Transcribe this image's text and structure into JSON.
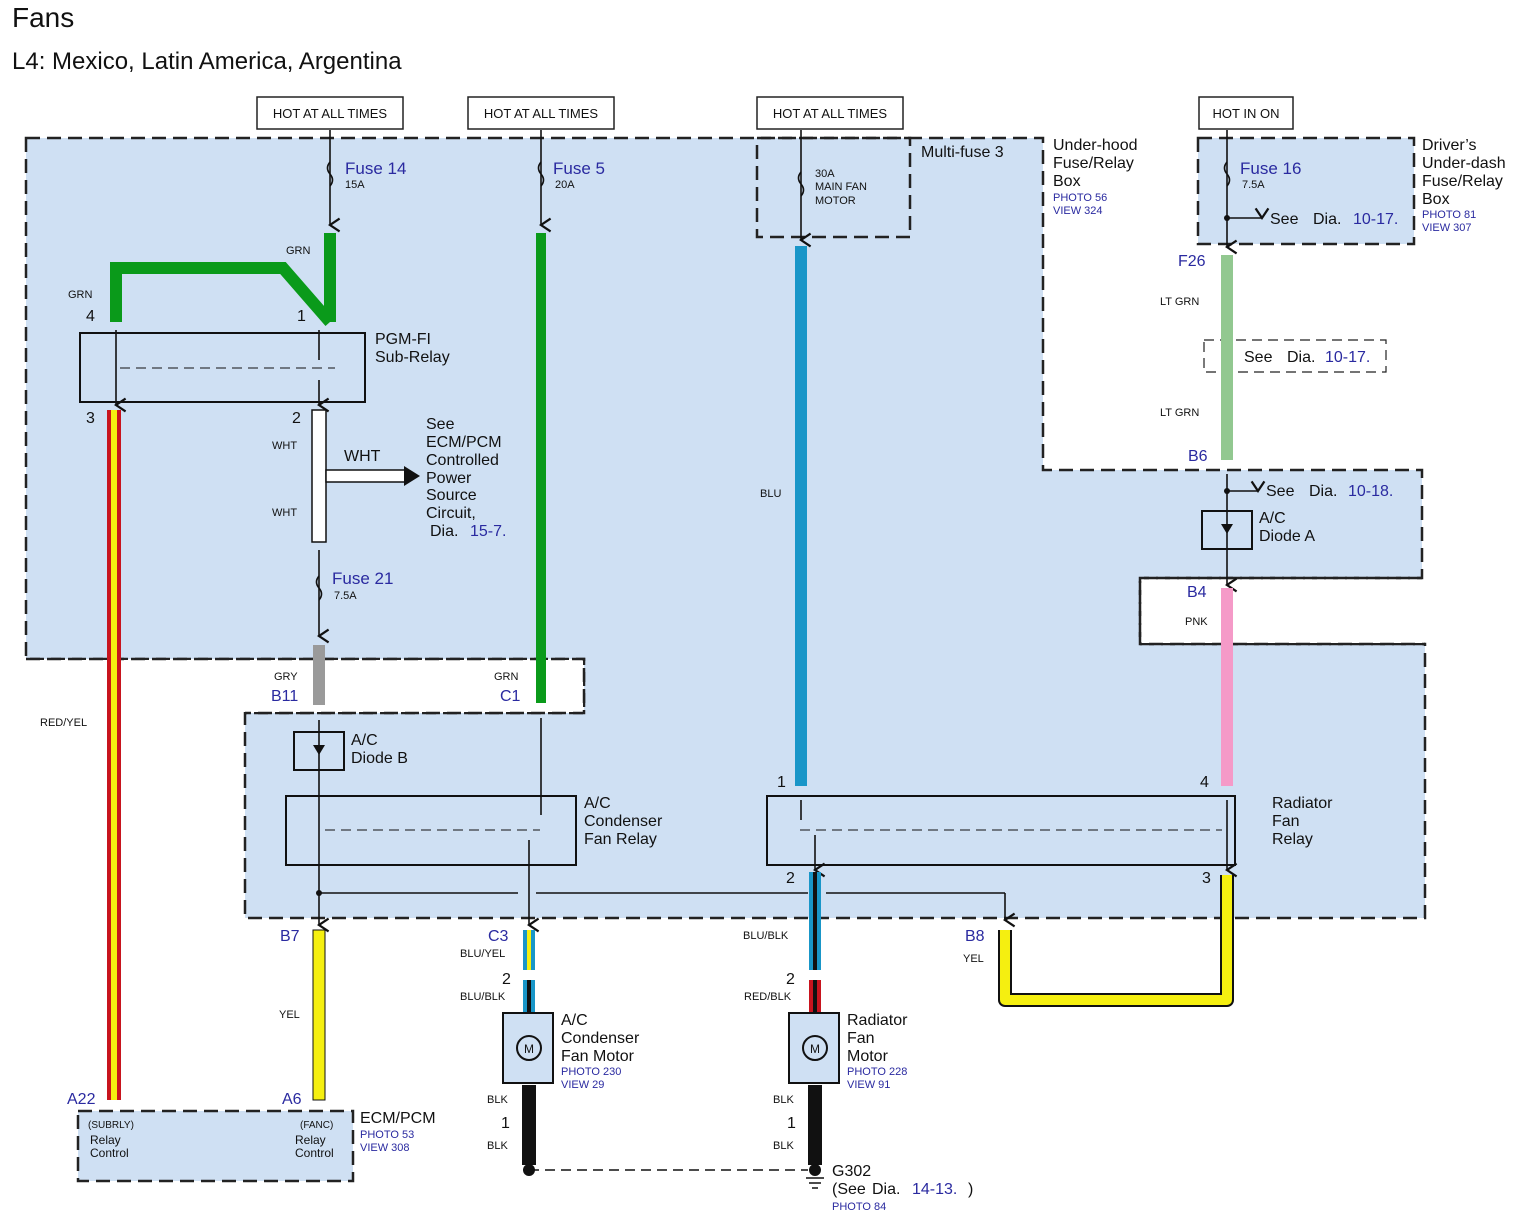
{
  "title": "Fans",
  "subtitle": "L4: Mexico, Latin America, Argentina",
  "sources": [
    "HOT AT ALL TIMES",
    "HOT AT ALL TIMES",
    "HOT AT ALL TIMES",
    "HOT IN ON"
  ],
  "boxes": {
    "underhood": {
      "name1": "Under-hood",
      "name2": "Fuse/Relay",
      "name3": "Box",
      "photo": "PHOTO 56",
      "view": "VIEW 324"
    },
    "underdash": {
      "name1": "Driver’s",
      "name2": "Under-dash",
      "name3": "Fuse/Relay",
      "name4": "Box",
      "photo": "PHOTO 81",
      "view": "VIEW 307"
    },
    "multifuse": "Multi-fuse 3",
    "ecm": {
      "name": "ECM/PCM",
      "photo": "PHOTO 53",
      "view": "VIEW 308",
      "left_code": "(SUBRLY)",
      "left_l1": "Relay",
      "left_l2": "Control",
      "right_code": "(FANC)",
      "right_l1": "Relay",
      "right_l2": "Control"
    }
  },
  "fuses": {
    "f14": {
      "name": "Fuse 14",
      "rating": "15A"
    },
    "f5": {
      "name": "Fuse 5",
      "rating": "20A"
    },
    "mf": {
      "l1": "30A",
      "l2": "MAIN FAN",
      "l3": "MOTOR"
    },
    "f16": {
      "name": "Fuse 16",
      "rating": "7.5A"
    },
    "f21": {
      "name": "Fuse 21",
      "rating": "7.5A"
    }
  },
  "components": {
    "pgm": {
      "l1": "PGM-FI",
      "l2": "Sub-Relay"
    },
    "diodeA": {
      "l1": "A/C",
      "l2": "Diode A"
    },
    "diodeB": {
      "l1": "A/C",
      "l2": "Diode B"
    },
    "acrelay": {
      "l1": "A/C",
      "l2": "Condenser",
      "l3": "Fan Relay"
    },
    "radrelay": {
      "l1": "Radiator",
      "l2": "Fan",
      "l3": "Relay"
    },
    "acmotor": {
      "l1": "A/C",
      "l2": "Condenser",
      "l3": "Fan Motor",
      "photo": "PHOTO 230",
      "view": "VIEW 29",
      "symbol": "M"
    },
    "radmotor": {
      "l1": "Radiator",
      "l2": "Fan",
      "l3": "Motor",
      "photo": "PHOTO 228",
      "view": "VIEW 91",
      "symbol": "M"
    },
    "ground": {
      "name": "G302",
      "see": "(See",
      "dia": "Dia.",
      "ref": "14-13.",
      "close": ")",
      "photo": "PHOTO 84"
    }
  },
  "refs": {
    "see": "See",
    "dia": "Dia.",
    "r1017": "10-17.",
    "r1018": "10-18.",
    "r157": "15-7.",
    "ecm_ref": [
      "See",
      "ECM/PCM",
      "Controlled",
      "Power",
      "Source",
      "Circuit,"
    ]
  },
  "wires": {
    "grn": "GRN",
    "wht": "WHT",
    "gry": "GRY",
    "blu": "BLU",
    "ltgrn": "LT GRN",
    "pnk": "PNK",
    "redyel": "RED/YEL",
    "yel": "YEL",
    "bluyel": "BLU/YEL",
    "blublk": "BLU/BLK",
    "redblk": "RED/BLK",
    "blk": "BLK"
  },
  "connectors": {
    "F26": "F26",
    "B6": "B6",
    "B4": "B4",
    "B11": "B11",
    "C1": "C1",
    "B7": "B7",
    "C3": "C3",
    "B8": "B8",
    "A22": "A22",
    "A6": "A6"
  },
  "pins": {
    "p1": "1",
    "p2": "2",
    "p3": "3",
    "p4": "4"
  },
  "colors": {
    "box_fill": "#cfe0f3",
    "grn": "#0a9a1a",
    "blu": "#1996c8",
    "ltgrn": "#92c890",
    "pnk": "#f59ac8",
    "yel": "#f5ef10",
    "red": "#c8141e",
    "gry": "#9a9a9a",
    "blue_text": "#2a2aa0"
  }
}
